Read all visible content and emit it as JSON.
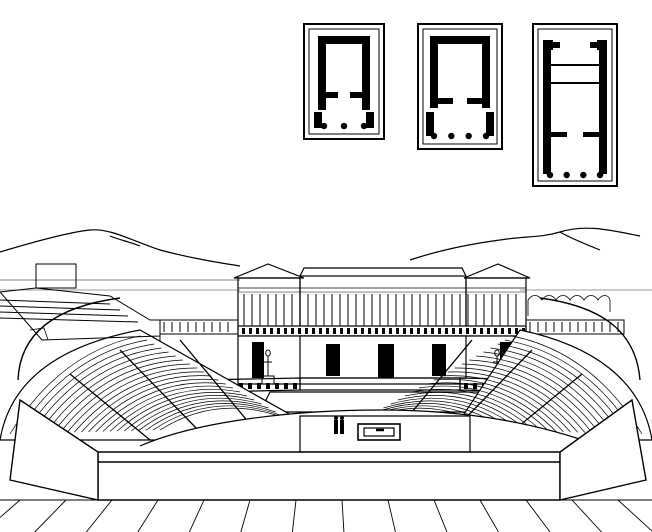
{
  "figure": {
    "subject": "",
    "plans": [
      {
        "id": "plan-1",
        "columns": 3
      },
      {
        "id": "plan-2",
        "columns": 4
      },
      {
        "id": "plan-3",
        "columns": 4
      }
    ],
    "colors": {
      "ink": "#000000",
      "paper": "#ffffff"
    }
  }
}
